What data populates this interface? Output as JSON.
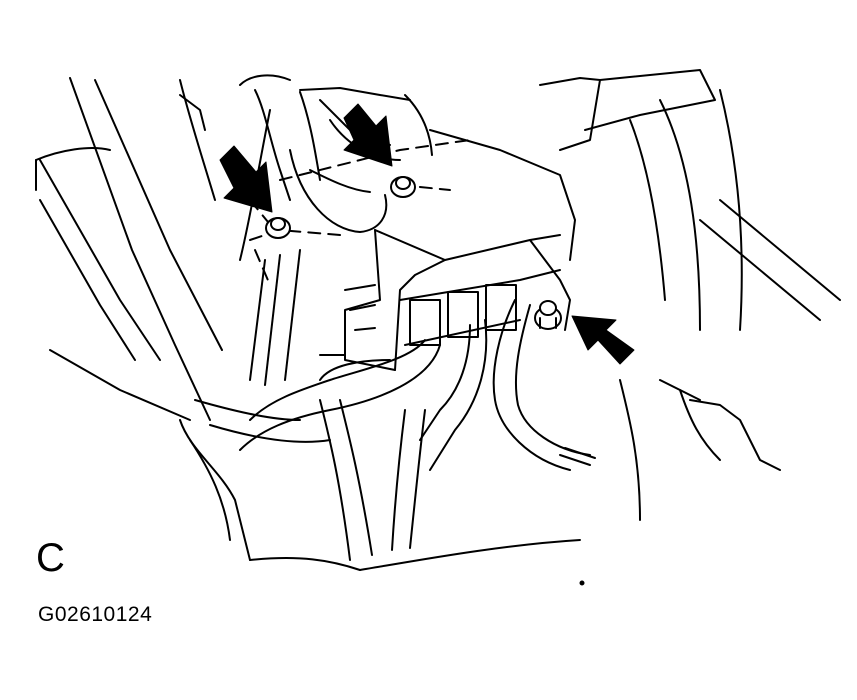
{
  "figure": {
    "panel_letter": "C",
    "figure_code": "G02610124",
    "callouts": [
      {
        "name": "arrow-bolt-left",
        "points_to": "bolt"
      },
      {
        "name": "arrow-bolt-top",
        "points_to": "bolt"
      },
      {
        "name": "arrow-bolt-right",
        "points_to": "bolt"
      }
    ],
    "colors": {
      "ink": "#000000",
      "paper": "#ffffff"
    }
  }
}
